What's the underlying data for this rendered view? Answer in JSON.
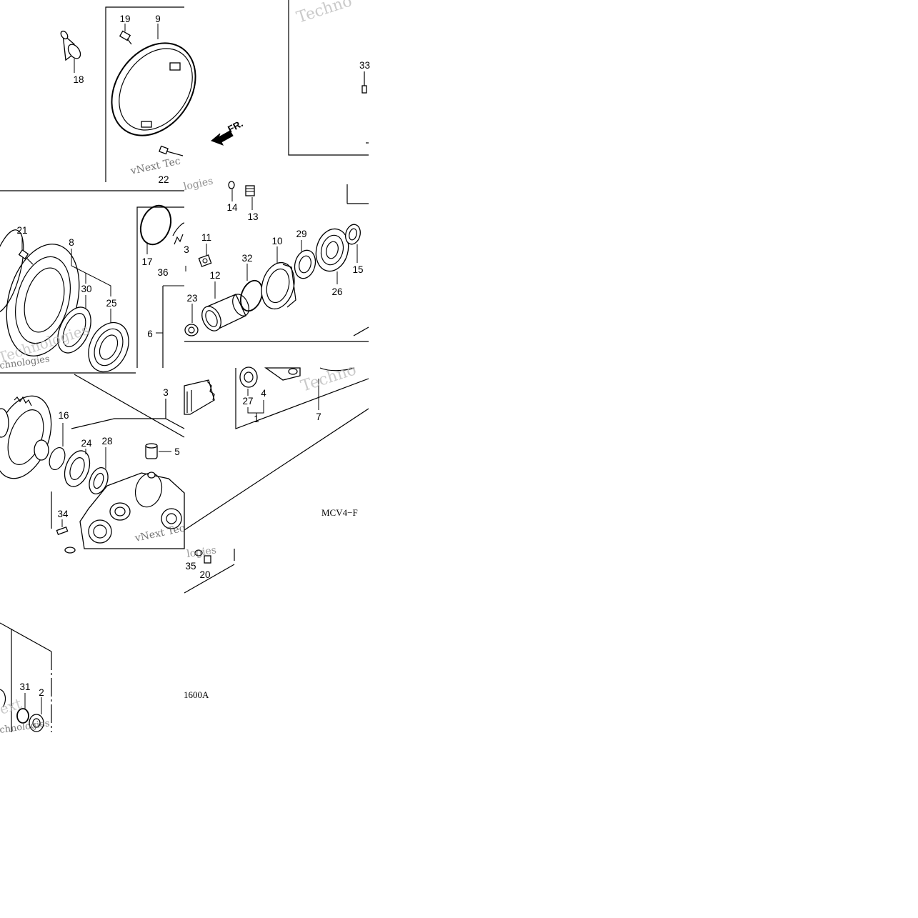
{
  "diagram": {
    "callouts": [
      "19",
      "9",
      "18",
      "22",
      "21",
      "8",
      "30",
      "25",
      "17",
      "36",
      "3",
      "6",
      "11",
      "12",
      "32",
      "10",
      "29",
      "26",
      "15",
      "23",
      "14",
      "13",
      "16",
      "24",
      "28",
      "3",
      "5",
      "34",
      "27",
      "4",
      "1",
      "7",
      "35",
      "20",
      "31",
      "2",
      "33"
    ],
    "direction_label": "FR.",
    "code_top": "MCV4−F",
    "code_bottom": "1600A",
    "watermarks": [
      "Techno",
      "vNext Tec",
      "logies",
      "Technologies",
      "chnologies",
      "Techno",
      "vNext Tec",
      "logies",
      "ext",
      "chnologies"
    ]
  }
}
